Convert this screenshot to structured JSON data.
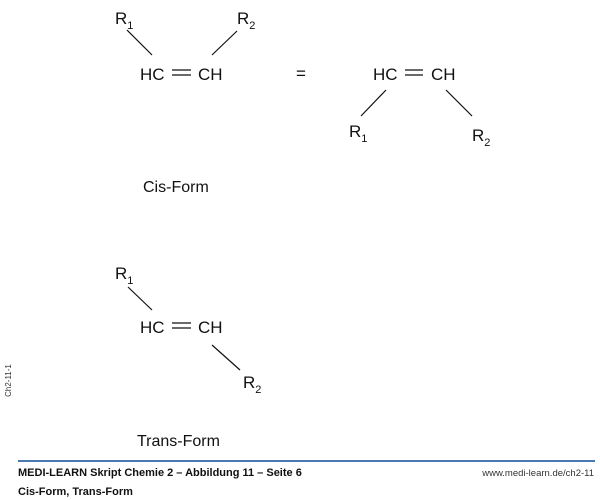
{
  "cis": {
    "r1": "R",
    "r1_sub": "1",
    "r2": "R",
    "r2_sub": "2",
    "left_group": "HC",
    "right_group": "CH",
    "equals": "=",
    "alt_r1": "R",
    "alt_r1_sub": "1",
    "alt_r2": "R",
    "alt_r2_sub": "2",
    "alt_left_group": "HC",
    "alt_right_group": "CH",
    "caption": "Cis-Form"
  },
  "trans": {
    "r1": "R",
    "r1_sub": "1",
    "r2": "R",
    "r2_sub": "2",
    "left_group": "HC",
    "right_group": "CH",
    "caption": "Trans-Form"
  },
  "side_label": "Ch2-11-1",
  "footer": {
    "title": "MEDI-LEARN Skript Chemie 2 – Abbildung 11 – Seite 6",
    "subtitle": "Cis-Form, Trans-Form",
    "url": "www.medi-learn.de/ch2-11",
    "rule_color": "#4a78b0"
  }
}
